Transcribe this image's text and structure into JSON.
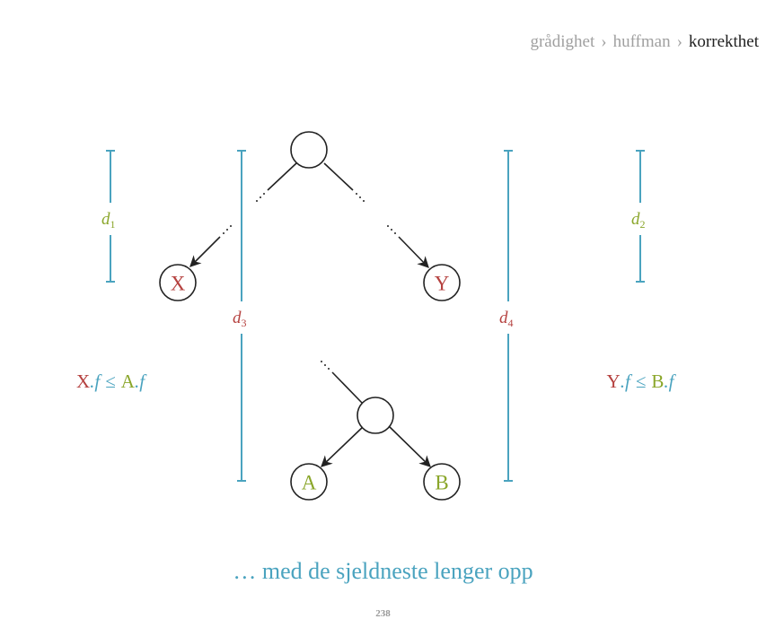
{
  "breadcrumb": {
    "items": [
      "grådighet",
      "huffman",
      "korrekthet"
    ],
    "separator": "›"
  },
  "diagram": {
    "nodes": {
      "x": "X",
      "y": "Y",
      "a": "A",
      "b": "B"
    },
    "distances": {
      "d1": "d",
      "d1_sub": "1",
      "d2": "d",
      "d2_sub": "2",
      "d3": "d",
      "d3_sub": "3",
      "d4": "d",
      "d4_sub": "4"
    },
    "inequality_left": {
      "lhs_node": "X",
      "lhs_field": ".f",
      "op": "≤",
      "rhs_node": "A",
      "rhs_field": ".f"
    },
    "inequality_right": {
      "lhs_node": "Y",
      "lhs_field": ".f",
      "op": "≤",
      "rhs_node": "B",
      "rhs_field": ".f"
    }
  },
  "caption": "… med de sjeldneste lenger opp",
  "page_number": "238",
  "colors": {
    "red": "#b5413f",
    "green": "#8aa62a",
    "blue": "#4aa3bf",
    "gray": "#a0a0a0"
  }
}
